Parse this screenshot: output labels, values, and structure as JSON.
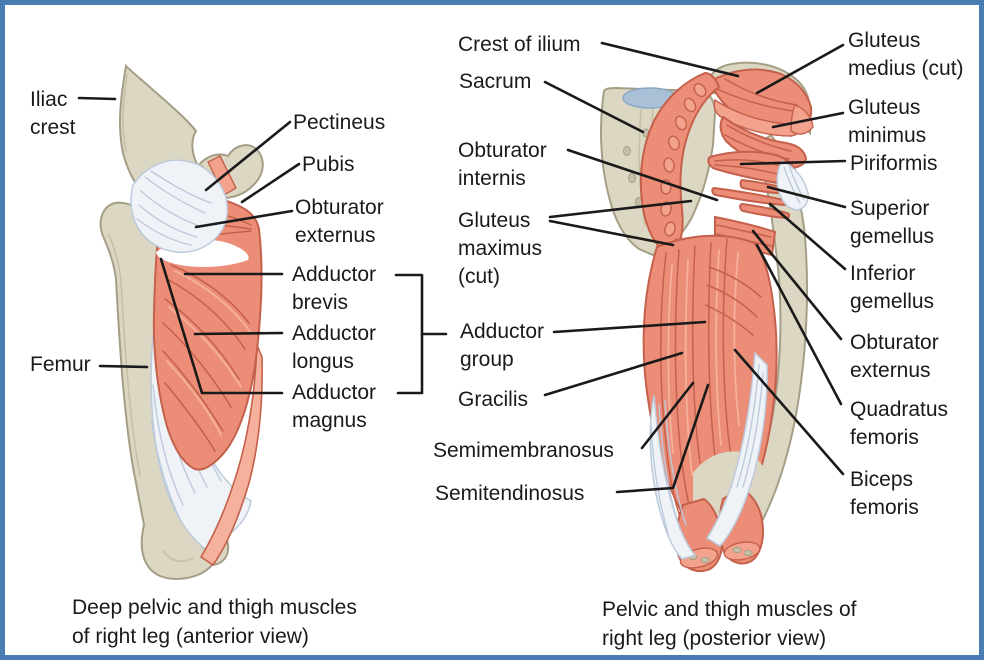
{
  "palette": {
    "border": "#4A7CB4",
    "background": "#FFFFFF",
    "text": "#1A1A1A",
    "leader": "#1A1A1A",
    "muscle": "#EC8E77",
    "muscle_dark": "#C4604B",
    "muscle_light": "#F6B19D",
    "muscle_cut": "#F3A28D",
    "bone": "#DCD7C3",
    "bone_stroke": "#A59E86",
    "bone_shade": "#C6BFA7",
    "ligament": "#EFF3F8",
    "ligament_stroke": "#BCCADB",
    "disc": "#A9C0D6",
    "disc_stroke": "#8CA8C2"
  },
  "anterior": {
    "caption": "Deep pelvic and thigh muscles\nof right leg (anterior view)",
    "labels": {
      "iliac_crest": "Iliac\ncrest",
      "pectineus": "Pectineus",
      "pubis": "Pubis",
      "obturator_externus": "Obturator\nexternus",
      "adductor_brevis": "Adductor\nbrevis",
      "adductor_longus": "Adductor\nlongus",
      "adductor_magnus": "Adductor\nmagnus",
      "femur": "Femur"
    }
  },
  "posterior": {
    "caption": "Pelvic and thigh muscles of\nright leg (posterior view)",
    "labels": {
      "crest_of_ilium": "Crest of ilium",
      "sacrum": "Sacrum",
      "obturator_internis": "Obturator\ninternis",
      "gluteus_maximus_cut": "Gluteus\nmaximus\n(cut)",
      "adductor_group": "Adductor\ngroup",
      "gracilis": "Gracilis",
      "semimembranosus": "Semimembranosus",
      "semitendinosus": "Semitendinosus",
      "gluteus_medius_cut": "Gluteus\nmedius (cut)",
      "gluteus_minimus": "Gluteus\nminimus",
      "piriformis": "Piriformis",
      "superior_gemellus": "Superior\ngemellus",
      "inferior_gemellus": "Inferior\ngemellus",
      "obturator_externus": "Obturator\nexternus",
      "quadratus_femoris": "Quadratus\nfemoris",
      "biceps_femoris": "Biceps\nfemoris"
    }
  }
}
